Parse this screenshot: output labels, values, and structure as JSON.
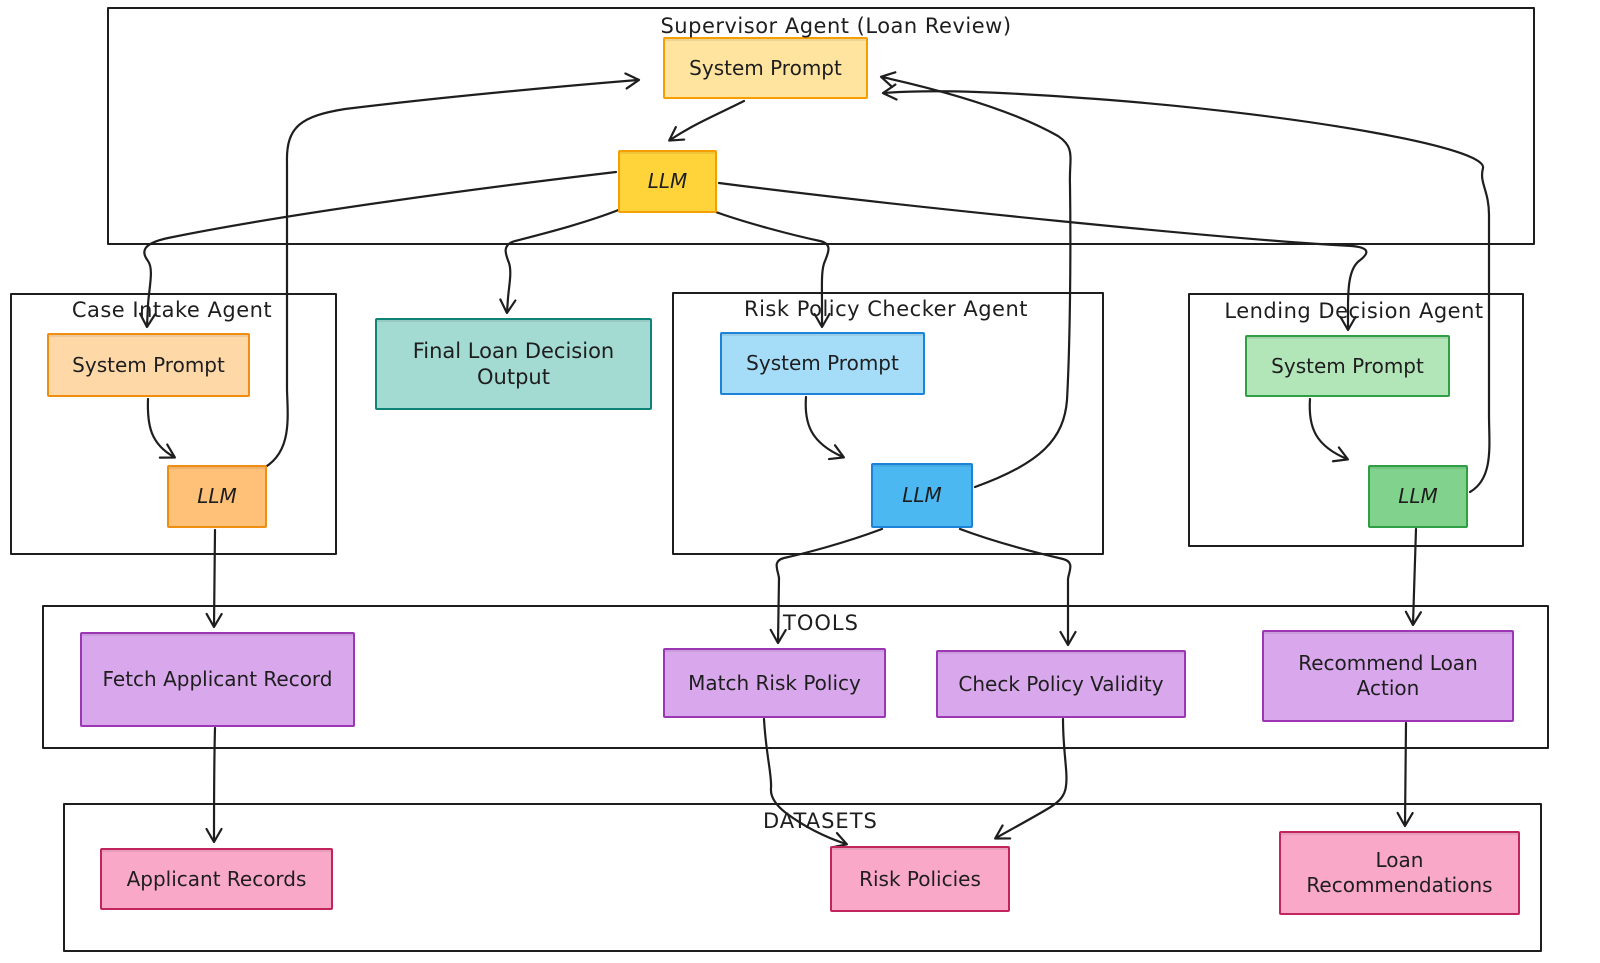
{
  "diagram_title": "Supervisor Agent (Loan Review)",
  "palette": {
    "stroke": "#1e1e1e",
    "background": "#ffffff",
    "supervisor_prompt_fill": "#ffe4a0",
    "supervisor_llm_fill": "#ffd43b",
    "yellow_border": "#f59f00",
    "case_prompt_fill": "#ffd8a8",
    "case_llm_fill": "#ffc078",
    "orange_border": "#ef8e11",
    "final_output_fill": "#a3dad2",
    "teal_border": "#0f8378",
    "risk_prompt_fill": "#a5dcf8",
    "risk_llm_fill": "#4cb8f2",
    "blue_border": "#1d83d8",
    "lending_prompt_fill": "#b2e5b8",
    "lending_llm_fill": "#81d28c",
    "green_border": "#2f9e44",
    "tool_fill": "#d9a8ec",
    "purple_border": "#9c36b5",
    "dataset_fill": "#f9a8c7",
    "pink_border": "#c2255c"
  },
  "supervisor": {
    "title": "Supervisor Agent (Loan Review)",
    "system_prompt": "System Prompt",
    "llm": "LLM"
  },
  "case_agent": {
    "title": "Case Intake Agent",
    "system_prompt": "System Prompt",
    "llm": "LLM"
  },
  "risk_agent": {
    "title": "Risk Policy Checker Agent",
    "system_prompt": "System Prompt",
    "llm": "LLM"
  },
  "lending_agent": {
    "title": "Lending Decision Agent",
    "system_prompt": "System Prompt",
    "llm": "LLM"
  },
  "final_output": {
    "label": "Final Loan Decision Output"
  },
  "tools": {
    "label": "TOOLS",
    "items": [
      "Fetch Applicant Record",
      "Match Risk Policy",
      "Check Policy Validity",
      "Recommend Loan Action"
    ]
  },
  "datasets": {
    "label": "DATASETS",
    "items": [
      "Applicant Records",
      "Risk Policies",
      "Loan Recommendations"
    ]
  },
  "edges": [
    {
      "from": "supervisor-system-prompt",
      "to": "supervisor-llm"
    },
    {
      "from": "supervisor-llm",
      "to": "case-system-prompt"
    },
    {
      "from": "supervisor-llm",
      "to": "final-loan-decision-output"
    },
    {
      "from": "supervisor-llm",
      "to": "risk-system-prompt"
    },
    {
      "from": "supervisor-llm",
      "to": "lending-system-prompt"
    },
    {
      "from": "case-llm",
      "to": "supervisor-system-prompt"
    },
    {
      "from": "risk-llm",
      "to": "supervisor-system-prompt"
    },
    {
      "from": "lending-llm",
      "to": "supervisor-system-prompt"
    },
    {
      "from": "case-system-prompt",
      "to": "case-llm"
    },
    {
      "from": "risk-system-prompt",
      "to": "risk-llm"
    },
    {
      "from": "lending-system-prompt",
      "to": "lending-llm"
    },
    {
      "from": "case-llm",
      "to": "fetch-applicant-record"
    },
    {
      "from": "risk-llm",
      "to": "match-risk-policy"
    },
    {
      "from": "risk-llm",
      "to": "check-policy-validity"
    },
    {
      "from": "lending-llm",
      "to": "recommend-loan-action"
    },
    {
      "from": "fetch-applicant-record",
      "to": "applicant-records"
    },
    {
      "from": "match-risk-policy",
      "to": "risk-policies"
    },
    {
      "from": "check-policy-validity",
      "to": "risk-policies"
    },
    {
      "from": "recommend-loan-action",
      "to": "loan-recommendations"
    }
  ]
}
